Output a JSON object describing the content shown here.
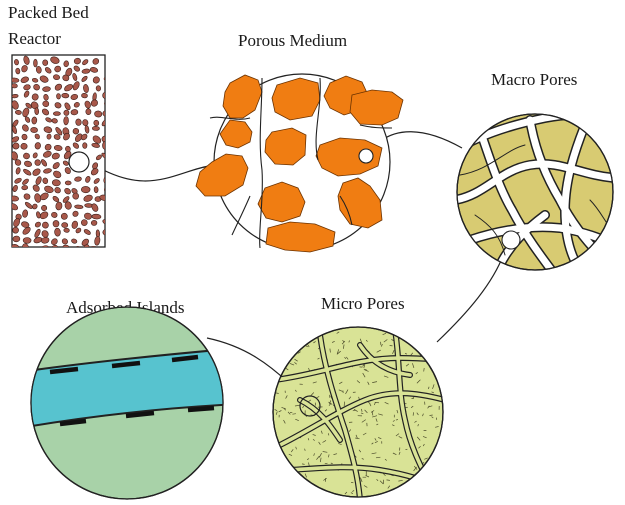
{
  "labels": {
    "packed_bed_line1": "Packed Bed",
    "packed_bed_line2": "Reactor",
    "porous_medium": "Porous Medium",
    "macro_pores": "Macro Pores",
    "micro_pores": "Micro Pores",
    "adsorbed_islands": "Adsorbed Islands"
  },
  "colors": {
    "pellet_brown": "#a8584a",
    "particle_orange": "#f07d12",
    "macro_tan": "#d8cb72",
    "micro_yellowgreen": "#d9e396",
    "island_green": "#a8d2a8",
    "channel_cyan": "#57c3cf",
    "line": "#222222"
  }
}
